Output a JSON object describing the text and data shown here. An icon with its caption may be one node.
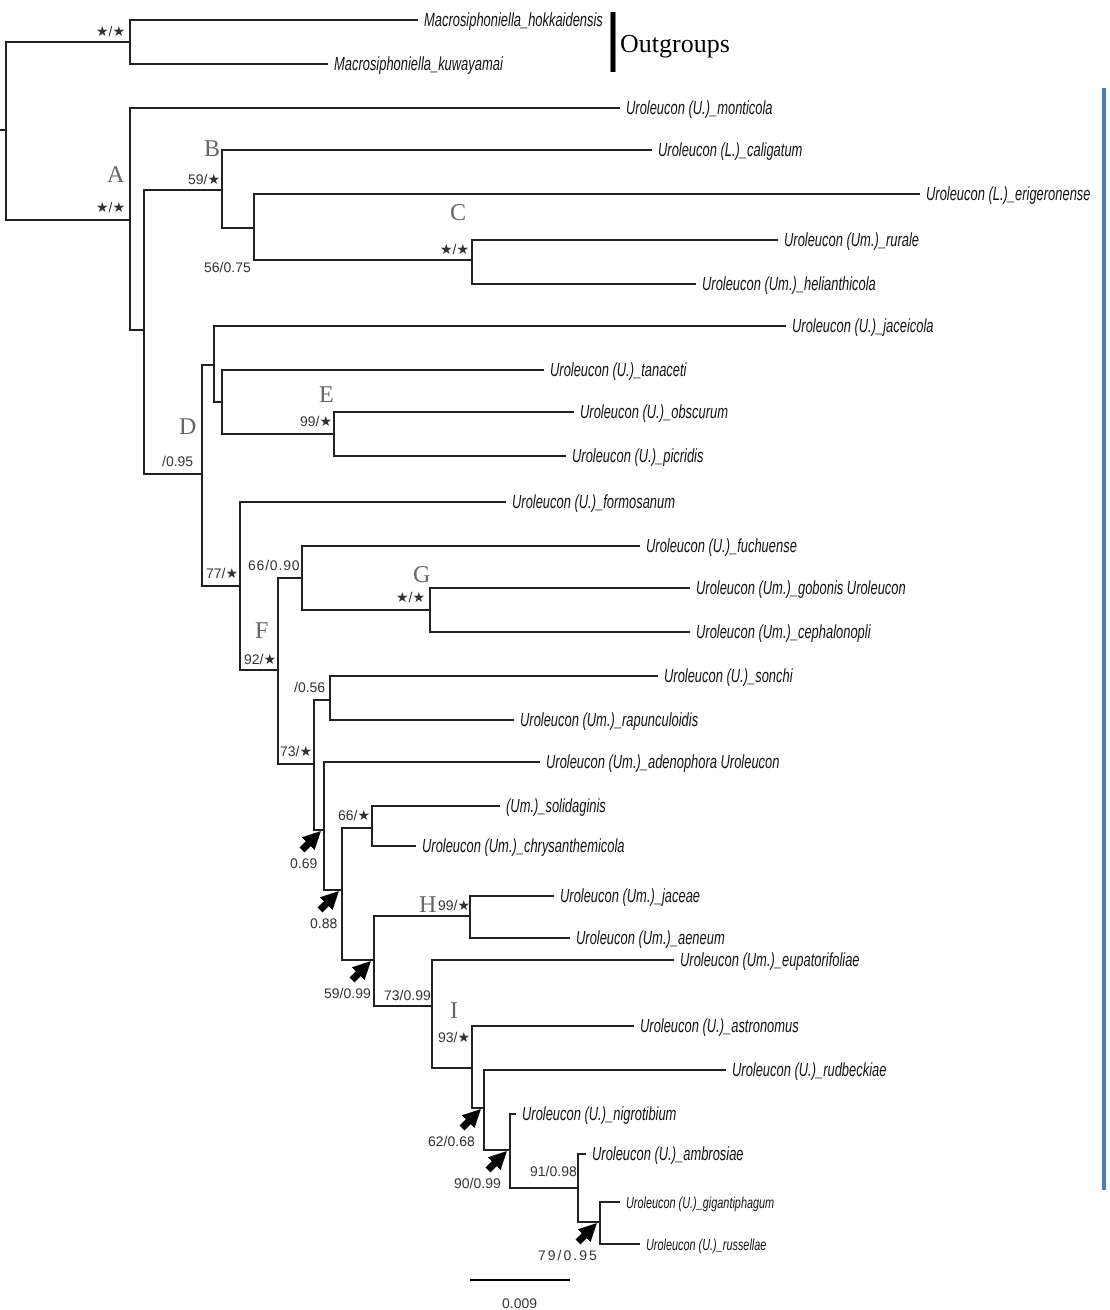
{
  "diagram": {
    "nodes": [
      {
        "text": [
          "Macrosiphoniella_hokkaidensis"
        ]
      },
      {
        "text": [
          "★/★"
        ]
      },
      {
        "text": [
          "Macrosiphoniella_kuwayamai"
        ]
      },
      {
        "text": [
          "Uroleucon (U.)_monticola"
        ]
      },
      {
        "text": [
          "59/★"
        ],
        "beside": [
          "B"
        ]
      },
      {
        "text": [
          "Uroleucon (L.)_caligatum"
        ]
      },
      {
        "text": [
          "★/★"
        ],
        "beside": [
          "A"
        ]
      },
      {
        "text": [
          "Uroleucon (L.)_erigeronense"
        ]
      },
      {
        "text": [
          "★/★"
        ],
        "beside": [
          "C"
        ]
      },
      {
        "text": [
          "Uroleucon (Um.)_rurale"
        ]
      },
      {
        "text": [
          "56/0.75"
        ]
      },
      {
        "text": [
          "Uroleucon (Um.)_helianthicola"
        ]
      },
      {
        "text": [
          "Uroleucon (U.)_jaceicola"
        ]
      },
      {
        "text": [
          "Uroleucon (U.)_tanaceti"
        ]
      },
      {
        "text": [
          "99/★"
        ],
        "beside": [
          "E"
        ]
      },
      {
        "text": [
          "Uroleucon (U.)_obscurum"
        ]
      },
      {
        "text": [
          "/0.95"
        ],
        "beside": [
          "D"
        ]
      },
      {
        "text": [
          "Uroleucon (U.)_picridis"
        ]
      },
      {
        "text": [
          "Uroleucon (U.)_formosanum"
        ]
      },
      {
        "text": [
          "Uroleucon (U.)_fuchuense"
        ]
      },
      {
        "text": [
          "66/0.90"
        ]
      },
      {
        "text": [
          "77/★"
        ]
      },
      {
        "text": [
          "★/★"
        ],
        "beside": [
          "G"
        ]
      },
      {
        "text": [
          "Uroleucon (Um.)_gobonis Uroleucon"
        ]
      },
      {
        "text": [
          "92/★"
        ],
        "beside": [
          "F"
        ]
      },
      {
        "text": [
          "Uroleucon (Um.)_cephalonopli"
        ]
      },
      {
        "text": [
          "Uroleucon (U.)_sonchi"
        ]
      },
      {
        "text": [
          "/0.56"
        ]
      },
      {
        "text": [
          "Uroleucon (Um.)_rapunculoidis"
        ]
      },
      {
        "text": [
          "73/★"
        ]
      },
      {
        "text": [
          "Uroleucon (Um.)_adenophora Uroleucon"
        ]
      },
      {
        "text": [
          "(Um.)_solidaginis"
        ]
      },
      {
        "text": [
          "66/★"
        ]
      },
      {
        "text": [
          "Uroleucon (Um.)_chrysanthemicola"
        ]
      },
      {
        "text": [
          "0.69"
        ]
      },
      {
        "text": [
          "99/★"
        ],
        "beside": [
          "H"
        ]
      },
      {
        "text": [
          "Uroleucon (Um.)_jaceae"
        ]
      },
      {
        "text": [
          "0.88"
        ]
      },
      {
        "text": [
          "Uroleucon (Um.)_aeneum"
        ]
      },
      {
        "text": [
          "Uroleucon (Um.)_eupatorifoliae"
        ]
      },
      {
        "text": [
          "59/0.99"
        ]
      },
      {
        "text": [
          "73/0.99"
        ]
      },
      {
        "text": [
          "93/★"
        ],
        "beside": [
          "I"
        ]
      },
      {
        "text": [
          "Uroleucon (U.)_astronomus"
        ]
      },
      {
        "text": [
          "Uroleucon (U.)_rudbeckiae"
        ]
      },
      {
        "text": [
          "Uroleucon (U.)_nigrotibium"
        ]
      },
      {
        "text": [
          "62/0.68"
        ]
      },
      {
        "text": [
          "Uroleucon (U.)_ambrosiae"
        ]
      },
      {
        "text": [
          "91/0.98"
        ]
      },
      {
        "text": [
          "90/0.99"
        ]
      },
      {
        "text": [
          "Uroleucon (U.)_gigantiphagum"
        ]
      },
      {
        "text": [
          "Uroleucon (U.)_russellae"
        ]
      },
      {
        "text": [
          "79/0.95"
        ]
      }
    ],
    "edges": [
      {
        "from": null,
        "to": 1,
        "arrow": "none"
      },
      {
        "from": null,
        "to": 6,
        "arrow": "none"
      },
      {
        "from": 1,
        "to": 0,
        "arrow": "none"
      },
      {
        "from": 1,
        "to": 2,
        "arrow": "none"
      },
      {
        "from": 6,
        "to": 3,
        "arrow": "none"
      },
      {
        "from": 6,
        "to": 4,
        "arrow": "none"
      },
      {
        "from": 6,
        "to": 16,
        "arrow": "none"
      },
      {
        "from": 4,
        "to": 5,
        "arrow": "none"
      },
      {
        "from": 4,
        "to": 10,
        "arrow": "none"
      },
      {
        "from": 10,
        "to": 7,
        "arrow": "none"
      },
      {
        "from": 10,
        "to": 8,
        "arrow": "none"
      },
      {
        "from": 8,
        "to": 9,
        "arrow": "none"
      },
      {
        "from": 8,
        "to": 11,
        "arrow": "none"
      },
      {
        "from": 16,
        "to": 12,
        "arrow": "none"
      },
      {
        "from": 16,
        "to": 13,
        "arrow": "none"
      },
      {
        "from": 16,
        "to": 14,
        "arrow": "none"
      },
      {
        "from": 16,
        "to": 21,
        "arrow": "none"
      },
      {
        "from": 14,
        "to": 15,
        "arrow": "none"
      },
      {
        "from": 14,
        "to": 17,
        "arrow": "none"
      },
      {
        "from": 21,
        "to": 18,
        "arrow": "none"
      },
      {
        "from": 21,
        "to": 24,
        "arrow": "none"
      },
      {
        "from": 24,
        "to": 20,
        "arrow": "none"
      },
      {
        "from": 24,
        "to": 29,
        "arrow": "none"
      },
      {
        "from": 20,
        "to": 19,
        "arrow": "none"
      },
      {
        "from": 20,
        "to": 22,
        "arrow": "none"
      },
      {
        "from": 22,
        "to": 23,
        "arrow": "none"
      },
      {
        "from": 22,
        "to": 25,
        "arrow": "none"
      },
      {
        "from": 29,
        "to": 27,
        "arrow": "none"
      },
      {
        "from": 29,
        "to": 34,
        "arrow": "none"
      },
      {
        "from": 27,
        "to": 26,
        "arrow": "none"
      },
      {
        "from": 27,
        "to": 28,
        "arrow": "none"
      },
      {
        "from": 34,
        "to": 30,
        "arrow": "none"
      },
      {
        "from": 34,
        "to": 37,
        "arrow": "none"
      },
      {
        "from": 37,
        "to": 32,
        "arrow": "none"
      },
      {
        "from": 37,
        "to": 40,
        "arrow": "none"
      },
      {
        "from": 32,
        "to": 31,
        "arrow": "none"
      },
      {
        "from": 32,
        "to": 33,
        "arrow": "none"
      },
      {
        "from": 40,
        "to": 35,
        "arrow": "none"
      },
      {
        "from": 40,
        "to": 41,
        "arrow": "none"
      },
      {
        "from": 35,
        "to": 36,
        "arrow": "none"
      },
      {
        "from": 35,
        "to": 38,
        "arrow": "none"
      },
      {
        "from": 41,
        "to": 39,
        "arrow": "none"
      },
      {
        "from": 41,
        "to": 42,
        "arrow": "none"
      },
      {
        "from": 42,
        "to": 43,
        "arrow": "none"
      },
      {
        "from": 42,
        "to": 46,
        "arrow": "none"
      },
      {
        "from": 46,
        "to": 44,
        "arrow": "none"
      },
      {
        "from": 46,
        "to": 49,
        "arrow": "none"
      },
      {
        "from": 49,
        "to": 45,
        "arrow": "none"
      },
      {
        "from": 49,
        "to": 48,
        "arrow": "none"
      },
      {
        "from": 48,
        "to": 47,
        "arrow": "none"
      },
      {
        "from": 48,
        "to": 52,
        "arrow": "none"
      },
      {
        "from": 52,
        "to": 50,
        "arrow": "none"
      },
      {
        "from": 52,
        "to": 51,
        "arrow": "none"
      },
      {
        "from": null,
        "to": 34,
        "arrow": "to",
        "style": "thick"
      },
      {
        "from": null,
        "to": 37,
        "arrow": "to",
        "style": "thick"
      },
      {
        "from": null,
        "to": 40,
        "arrow": "to",
        "style": "thick"
      },
      {
        "from": null,
        "to": 46,
        "arrow": "to",
        "style": "thick"
      },
      {
        "from": null,
        "to": 49,
        "arrow": "to",
        "style": "thick"
      },
      {
        "from": null,
        "to": 52,
        "arrow": "to",
        "style": "thick"
      }
    ],
    "labels": [
      "Outgroups",
      "0.009"
    ]
  }
}
